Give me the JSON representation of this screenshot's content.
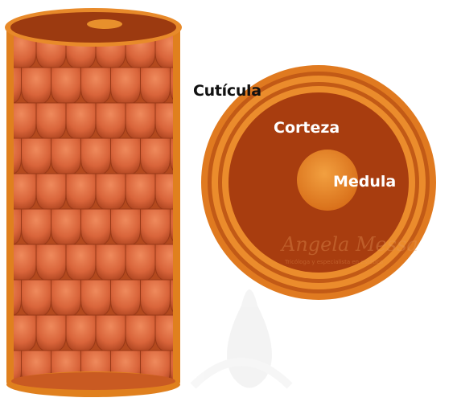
{
  "diagram": {
    "labels": {
      "cuticula": "Cutícula",
      "corteza": "Corteza",
      "medula": "Medula"
    },
    "watermark": {
      "name": "Angela Messa",
      "tagline": "Tricóloga y especialista en estética"
    }
  },
  "colors": {
    "background": "#ffffff",
    "scale_fill": "#d9643a",
    "scale_shadow": "#a8401c",
    "cylinder_edge": "#e0801e",
    "cylinder_top": "#9c3a10",
    "outer_ring": "#e07a20",
    "cortex": "#a83d0f",
    "medulla": "#e88424",
    "label_dark": "#111111",
    "label_light": "#ffffff"
  },
  "icons": {
    "watermark_shape": "water-drop-icon"
  }
}
